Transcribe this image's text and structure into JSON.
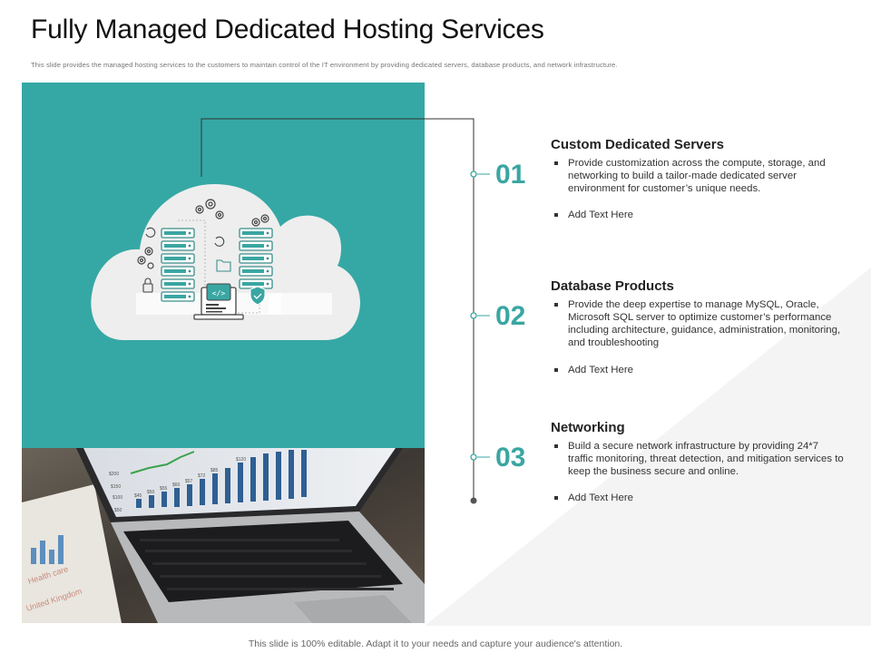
{
  "slide": {
    "title": "Fully Managed Dedicated Hosting Services",
    "subtitle": "This slide provides the managed hosting services to the customers to maintain control of the IT environment by providing dedicated servers, database products, and network infrastructure.",
    "footer": "This slide is 100% editable. Adapt it to your needs and capture your audience's attention."
  },
  "colors": {
    "teal": "#35a8a5",
    "accent": "#3aa6a2",
    "cloud": "#eeeeee"
  },
  "illustration": {
    "icons": [
      "cloud-icon",
      "server-rack-icon",
      "gear-icon",
      "sync-icon",
      "lock-icon",
      "folder-icon",
      "code-laptop-icon",
      "shield-check-icon"
    ]
  },
  "photo": {
    "chart_labels": [
      "$200",
      "$150",
      "$100",
      "$50",
      "$45",
      "$50",
      "$55",
      "$60",
      "$57",
      "$72",
      "$85",
      "$120"
    ]
  },
  "items": [
    {
      "number": "01",
      "heading": "Custom Dedicated Servers",
      "description": "Provide customization across the compute, storage, and networking to build a tailor-made dedicated server environment for customer’s unique needs.",
      "extra": "Add Text Here"
    },
    {
      "number": "02",
      "heading": "Database Products",
      "description": "Provide the deep expertise to manage MySQL, Oracle, Microsoft SQL server to optimize customer’s performance including architecture, guidance, administration, monitoring, and troubleshooting",
      "extra": "Add Text Here"
    },
    {
      "number": "03",
      "heading": "Networking",
      "description": "Build a secure network infrastructure by providing 24*7 traffic monitoring, threat detection, and mitigation services to keep the business secure and online.",
      "extra": "Add Text Here"
    }
  ]
}
